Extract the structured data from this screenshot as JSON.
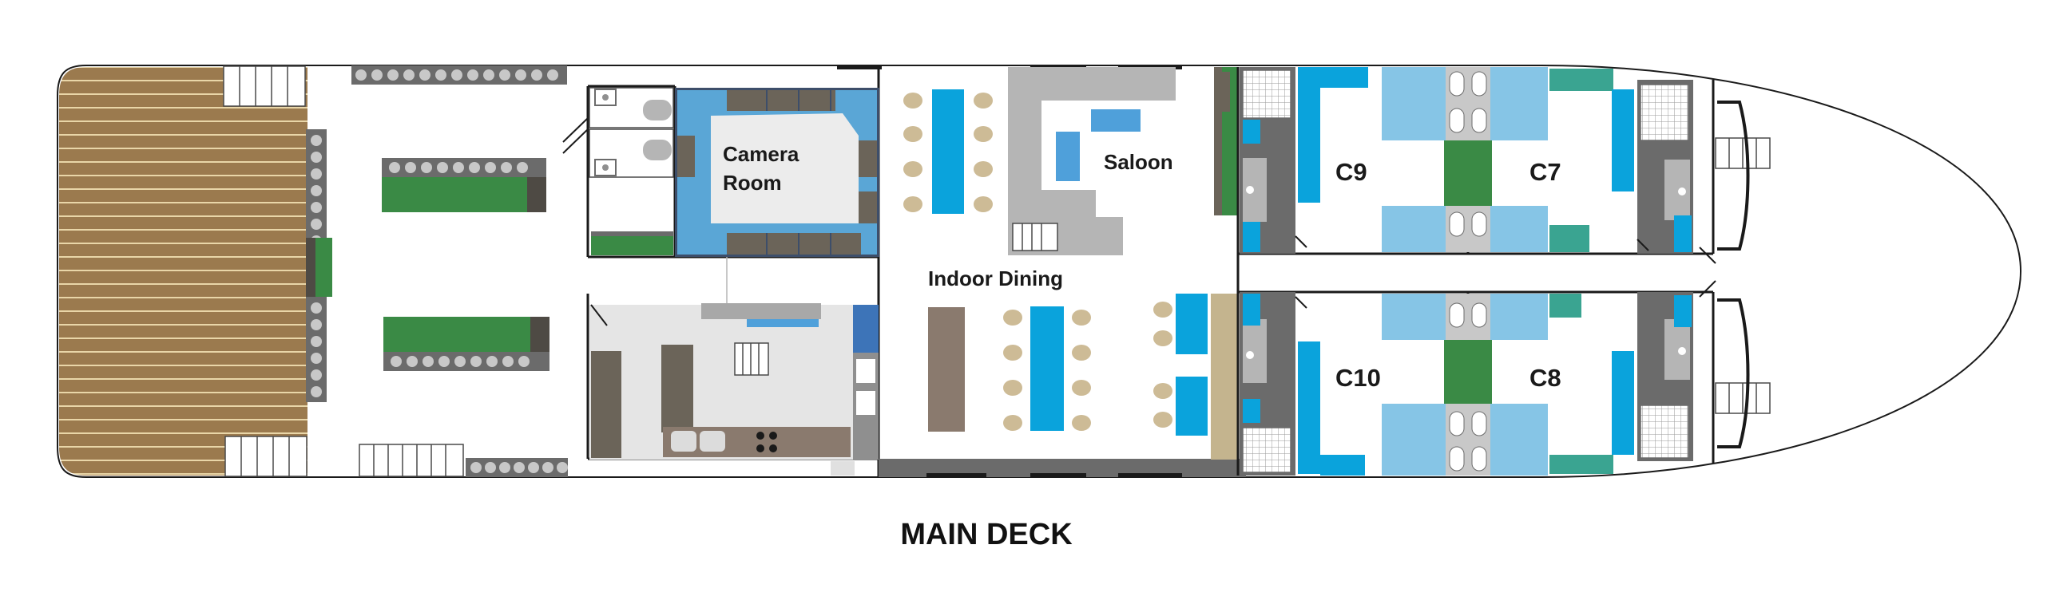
{
  "deck_title": "MAIN DECK",
  "rooms": {
    "camera_room_line1": "Camera",
    "camera_room_line2": "Room",
    "saloon": "Saloon",
    "indoor_dining": "Indoor Dining",
    "cabin_c9": "C9",
    "cabin_c7": "C7",
    "cabin_c10": "C10",
    "cabin_c8": "C8"
  },
  "colors": {
    "deck_wood": "#9b7a4e",
    "wood_plank_line": "#e9d6a8",
    "hull_outline": "#1a1a1a",
    "bed_blue": "#86c5e6",
    "accent_blue": "#0aa3dc",
    "bench_green": "#3a8a45",
    "dark_gray": "#6b6b6b",
    "mid_gray": "#8f8f8f",
    "light_gray": "#c8c8c8",
    "stool_beige": "#cdbb96",
    "teal": "#3aa491",
    "table_brown": "#8a7a6e"
  }
}
